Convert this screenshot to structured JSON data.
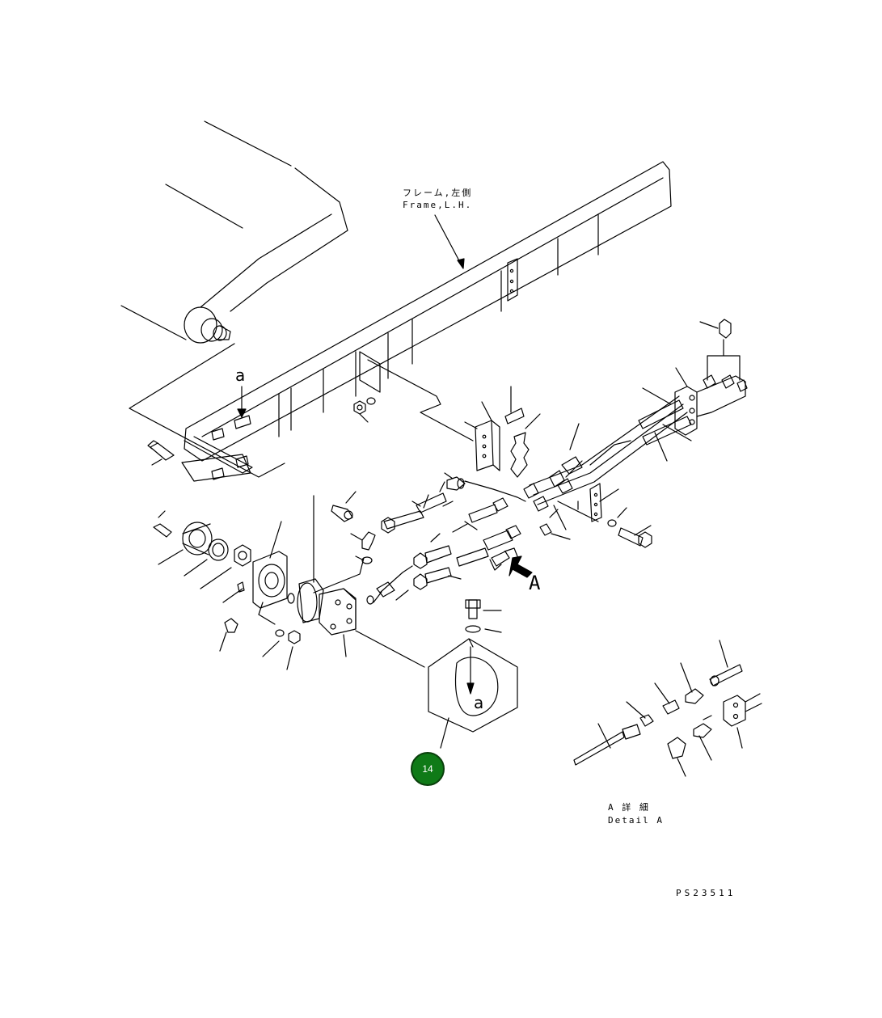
{
  "frame_label_jp": "フレーム,左側",
  "frame_label_en": "Frame,L.H.",
  "view_letter_a_top": "a",
  "view_letter_a_inset": "a",
  "detail_arrow_letter": "A",
  "detail_caption_jp": "A 詳 細",
  "detail_caption_en": "Detail A",
  "drawing_number": "PS23511",
  "callout": {
    "number": "14",
    "color": "#0f7a17"
  }
}
